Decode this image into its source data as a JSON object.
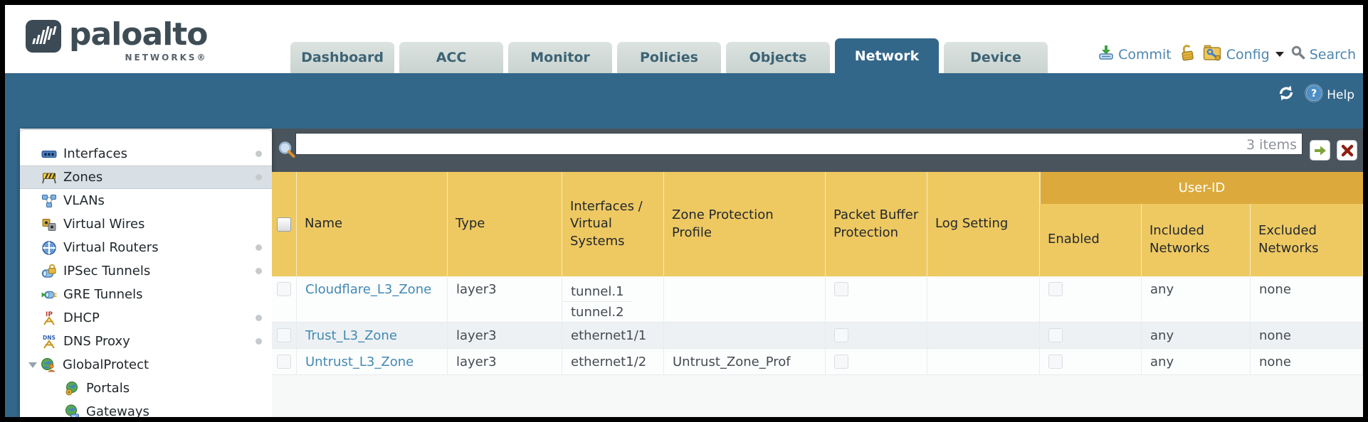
{
  "brand": {
    "name": "paloalto",
    "sub": "NETWORKS®"
  },
  "nav": {
    "tabs": [
      {
        "label": "Dashboard",
        "active": false
      },
      {
        "label": "ACC",
        "active": false
      },
      {
        "label": "Monitor",
        "active": false
      },
      {
        "label": "Policies",
        "active": false
      },
      {
        "label": "Objects",
        "active": false
      },
      {
        "label": "Network",
        "active": true
      },
      {
        "label": "Device",
        "active": false
      }
    ],
    "actions": {
      "commit": "Commit",
      "config": "Config",
      "search": "Search"
    }
  },
  "toolbar": {
    "help": "Help"
  },
  "sidebar": {
    "items": [
      {
        "label": "Interfaces",
        "icon": "interfaces-icon",
        "has_dot": true,
        "selected": false
      },
      {
        "label": "Zones",
        "icon": "zones-icon",
        "has_dot": true,
        "selected": true
      },
      {
        "label": "VLANs",
        "icon": "vlans-icon",
        "has_dot": false,
        "selected": false
      },
      {
        "label": "Virtual Wires",
        "icon": "virtual-wires-icon",
        "has_dot": false,
        "selected": false
      },
      {
        "label": "Virtual Routers",
        "icon": "virtual-routers-icon",
        "has_dot": true,
        "selected": false
      },
      {
        "label": "IPSec Tunnels",
        "icon": "ipsec-tunnels-icon",
        "has_dot": true,
        "selected": false
      },
      {
        "label": "GRE Tunnels",
        "icon": "gre-tunnels-icon",
        "has_dot": false,
        "selected": false
      },
      {
        "label": "DHCP",
        "icon": "dhcp-icon",
        "has_dot": true,
        "selected": false
      },
      {
        "label": "DNS Proxy",
        "icon": "dns-proxy-icon",
        "has_dot": true,
        "selected": false
      },
      {
        "label": "GlobalProtect",
        "icon": "globalprotect-icon",
        "has_dot": false,
        "selected": false,
        "expanded": true,
        "children": [
          {
            "label": "Portals",
            "icon": "portals-icon"
          },
          {
            "label": "Gateways",
            "icon": "gateways-icon"
          }
        ]
      }
    ]
  },
  "filterbar": {
    "value": "",
    "items_count": "3 items"
  },
  "table": {
    "group_header": "User-ID",
    "columns": [
      "Name",
      "Type",
      "Interfaces / Virtual Systems",
      "Zone Protection Profile",
      "Packet Buffer Protection",
      "Log Setting",
      "Enabled",
      "Included Networks",
      "Excluded Networks"
    ],
    "rows": [
      {
        "name": "Cloudflare_L3_Zone",
        "type": "layer3",
        "interfaces": [
          "tunnel.1",
          "tunnel.2"
        ],
        "zone_protection_profile": "",
        "packet_buffer_protection_checked": false,
        "log_setting": "",
        "enabled_checked": false,
        "included_networks": "any",
        "excluded_networks": "none"
      },
      {
        "name": "Trust_L3_Zone",
        "type": "layer3",
        "interfaces": [
          "ethernet1/1"
        ],
        "zone_protection_profile": "",
        "packet_buffer_protection_checked": false,
        "log_setting": "",
        "enabled_checked": false,
        "included_networks": "any",
        "excluded_networks": "none"
      },
      {
        "name": "Untrust_L3_Zone",
        "type": "layer3",
        "interfaces": [
          "ethernet1/2"
        ],
        "zone_protection_profile": "Untrust_Zone_Prof",
        "packet_buffer_protection_checked": false,
        "log_setting": "",
        "enabled_checked": false,
        "included_networks": "any",
        "excluded_networks": "none"
      }
    ]
  },
  "colors": {
    "teal": "#33678a",
    "slate": "#4a545c",
    "header_gold": "#eec962",
    "header_gold_dark": "#dcaa3c",
    "link_blue": "#4289b3",
    "action_blue": "#4d87ae",
    "tab_inactive": "#ccd6d2"
  }
}
